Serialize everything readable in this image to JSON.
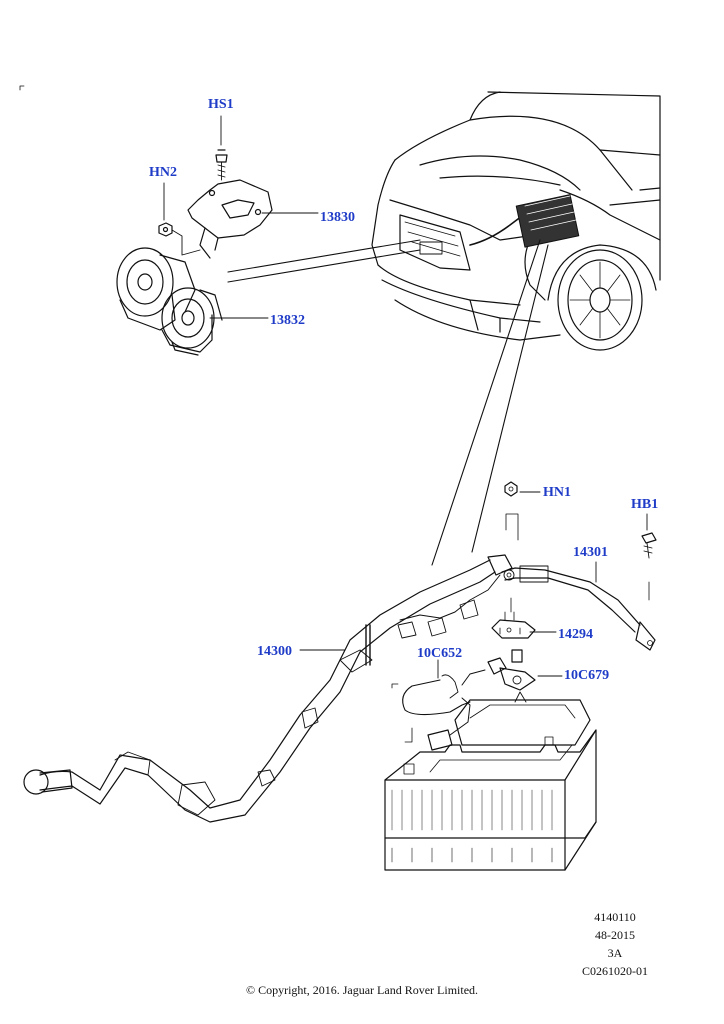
{
  "callouts": {
    "hs1": "HS1",
    "hn2": "HN2",
    "p13830": "13830",
    "p13832": "13832",
    "hn1": "HN1",
    "hb1": "HB1",
    "p14301": "14301",
    "p14294": "14294",
    "p14300": "14300",
    "c10c652": "10C652",
    "c10c679": "10C679"
  },
  "reference": {
    "line1": "4140110",
    "line2": "48-2015",
    "line3": "3A",
    "line4": "C0261020-01"
  },
  "copyright": "© Copyright, 2016. Jaguar Land Rover Limited.",
  "colors": {
    "callout": "#1f3cc8",
    "line": "#111111"
  }
}
